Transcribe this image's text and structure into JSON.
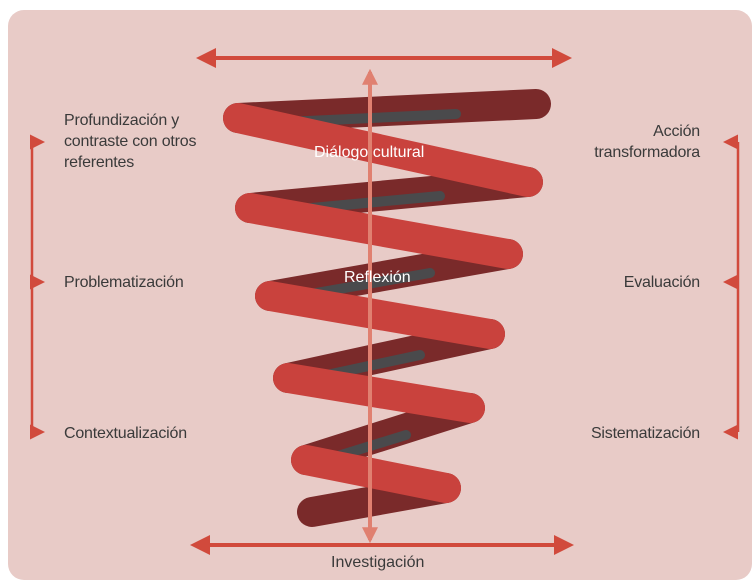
{
  "colors": {
    "background": "#e8cbc7",
    "coil_front": "#c9423d",
    "coil_back": "#7a2a2a",
    "coil_shadow": "#4a4a4c",
    "arrow": "#d14a3c",
    "axis": "#e08070",
    "text": "#3a3a3a"
  },
  "labels": {
    "top_center": "Diálogo cultural",
    "middle_center": "Reflexión",
    "bottom": "Investigación"
  },
  "left_steps": [
    {
      "label": "Profundización y contraste con otros referentes"
    },
    {
      "label": "Problematización"
    },
    {
      "label": "Contextualización"
    }
  ],
  "right_steps": [
    {
      "label": "Acción transformadora"
    },
    {
      "label": "Evaluación"
    },
    {
      "label": "Sistematización"
    }
  ]
}
